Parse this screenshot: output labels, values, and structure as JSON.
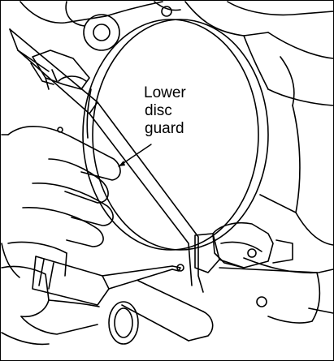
{
  "callout": {
    "line1": "Lower",
    "line2": "disc",
    "line3": "guard"
  },
  "colors": {
    "ink": "#000000",
    "paper": "#ffffff"
  },
  "icons": [
    "hand-icon",
    "screwdriver-icon"
  ]
}
